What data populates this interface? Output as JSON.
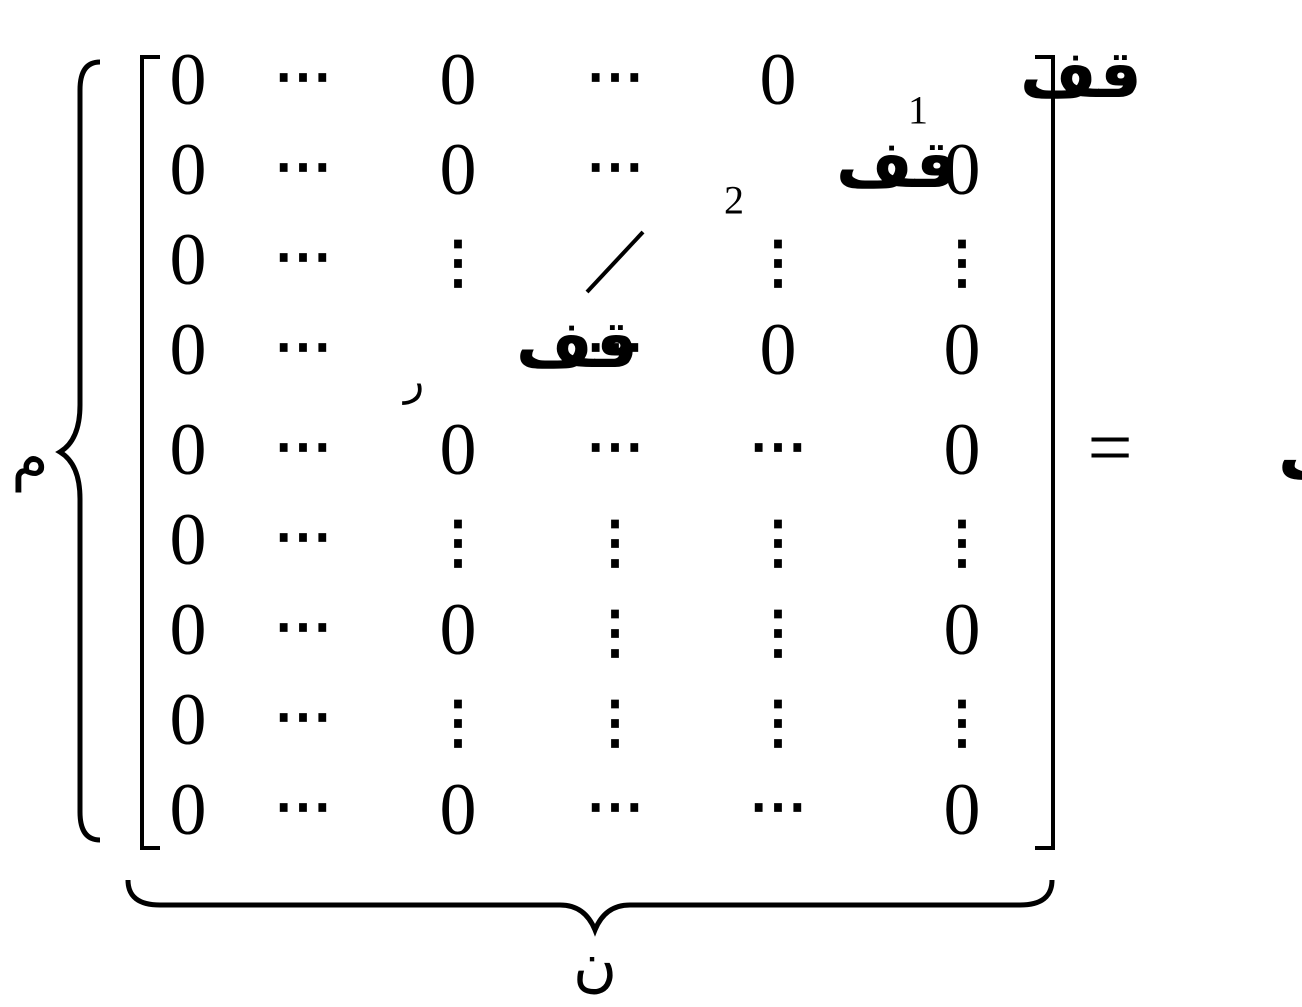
{
  "equation": {
    "lhs": "مقف",
    "equals": "=",
    "rows_label": "م",
    "cols_label": "ن"
  },
  "symbols": {
    "zero": "0",
    "hdots": "⋯",
    "vdots": "⋮",
    "ddots": "⁄",
    "sv": "قف"
  },
  "matrix": {
    "rows": [
      [
        {
          "t": "zero"
        },
        {
          "t": "hdots"
        },
        {
          "t": "zero"
        },
        {
          "t": "hdots"
        },
        {
          "t": "zero"
        },
        {
          "t": "sv",
          "sub": "1"
        }
      ],
      [
        {
          "t": "zero"
        },
        {
          "t": "hdots"
        },
        {
          "t": "zero"
        },
        {
          "t": "hdots"
        },
        {
          "t": "sv",
          "sub": "2"
        },
        {
          "t": "zero"
        }
      ],
      [
        {
          "t": "zero"
        },
        {
          "t": "hdots"
        },
        {
          "t": "vdots"
        },
        {
          "t": "ddots"
        },
        {
          "t": "vdots"
        },
        {
          "t": "vdots"
        }
      ],
      [
        {
          "t": "zero"
        },
        {
          "t": "hdots"
        },
        {
          "t": "sv",
          "sub": "ر"
        },
        {
          "t": "hdots"
        },
        {
          "t": "zero"
        },
        {
          "t": "zero"
        }
      ],
      [
        {
          "t": "zero"
        },
        {
          "t": "hdots"
        },
        {
          "t": "zero"
        },
        {
          "t": "hdots"
        },
        {
          "t": "hdots"
        },
        {
          "t": "zero"
        }
      ],
      [
        {
          "t": "zero"
        },
        {
          "t": "hdots"
        },
        {
          "t": "vdots"
        },
        {
          "t": "vdots"
        },
        {
          "t": "vdots"
        },
        {
          "t": "vdots"
        }
      ],
      [
        {
          "t": "zero"
        },
        {
          "t": "hdots"
        },
        {
          "t": "zero"
        },
        {
          "t": "vdots"
        },
        {
          "t": "vdots"
        },
        {
          "t": "zero"
        }
      ],
      [
        {
          "t": "zero"
        },
        {
          "t": "hdots"
        },
        {
          "t": "vdots"
        },
        {
          "t": "vdots"
        },
        {
          "t": "vdots"
        },
        {
          "t": "vdots"
        }
      ],
      [
        {
          "t": "zero"
        },
        {
          "t": "hdots"
        },
        {
          "t": "zero"
        },
        {
          "t": "hdots"
        },
        {
          "t": "hdots"
        },
        {
          "t": "zero"
        }
      ]
    ]
  }
}
